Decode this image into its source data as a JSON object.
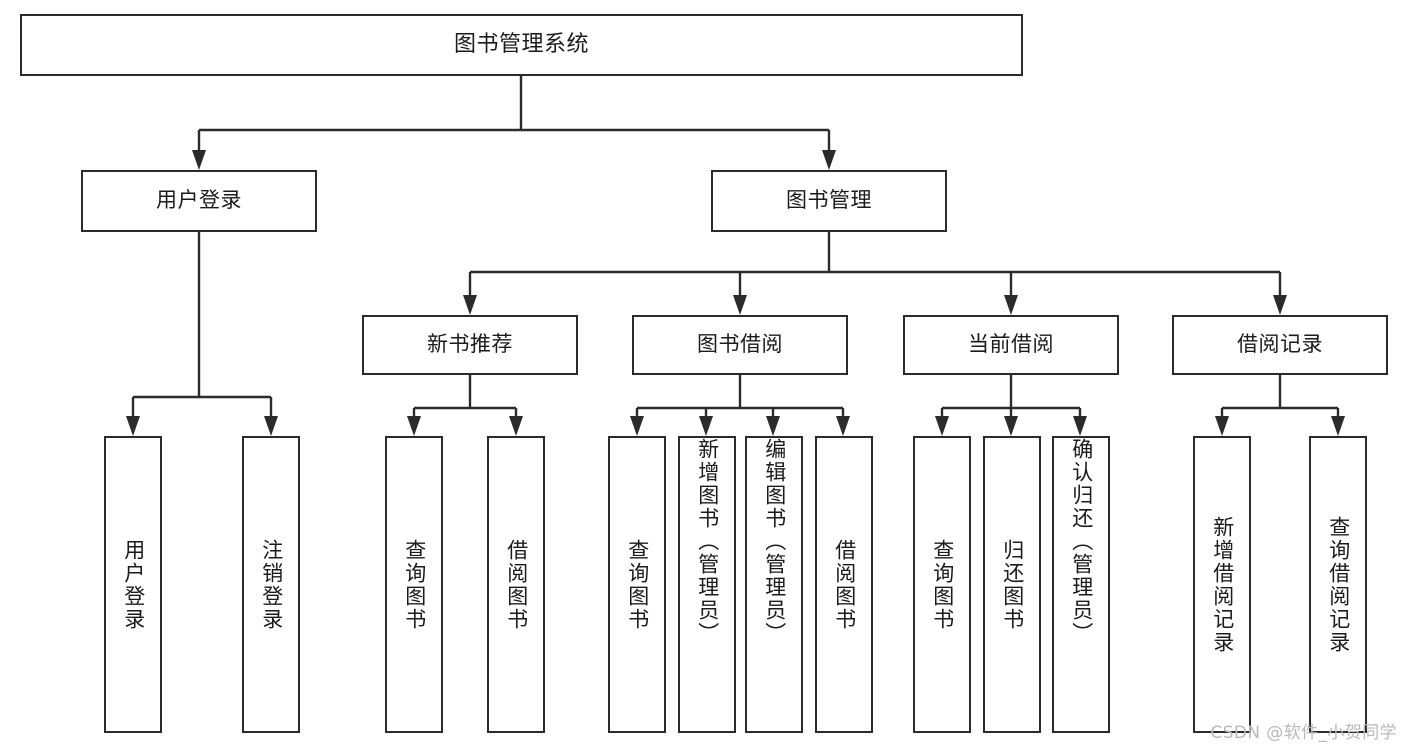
{
  "diagram": {
    "title": "图书管理系统",
    "watermark": "CSDN @软件_小贺同学",
    "accent_color": "#2b2b2b",
    "background_color": "#ffffff",
    "watermark_color": "#b9b9b9",
    "type": "tree"
  },
  "nodes": {
    "root": {
      "label": "图书管理系统",
      "level": 1
    },
    "l2": [
      {
        "id": "user-login",
        "label": "用户登录",
        "level": 2
      },
      {
        "id": "book-manage",
        "label": "图书管理",
        "level": 2
      }
    ],
    "l3": [
      {
        "id": "new-book-rec",
        "label": "新书推荐",
        "level": 3
      },
      {
        "id": "book-borrow",
        "label": "图书借阅",
        "level": 3
      },
      {
        "id": "current-borrow",
        "label": "当前借阅",
        "level": 3
      },
      {
        "id": "borrow-record",
        "label": "借阅记录",
        "level": 3
      }
    ],
    "leaves": [
      {
        "id": "leaf-user-login",
        "label": "用户登录",
        "parent": "user-login"
      },
      {
        "id": "leaf-user-logout",
        "label": "注销登录",
        "parent": "user-login"
      },
      {
        "id": "leaf-query-book-1",
        "label": "查询图书",
        "parent": "new-book-rec"
      },
      {
        "id": "leaf-borrow-book-1",
        "label": "借阅图书",
        "parent": "new-book-rec"
      },
      {
        "id": "leaf-query-book-2",
        "label": "查询图书",
        "parent": "book-borrow"
      },
      {
        "id": "leaf-add-book",
        "label": "新增图书（管理员）",
        "parent": "book-borrow"
      },
      {
        "id": "leaf-edit-book",
        "label": "编辑图书（管理员）",
        "parent": "book-borrow"
      },
      {
        "id": "leaf-borrow-book-2",
        "label": "借阅图书",
        "parent": "book-borrow"
      },
      {
        "id": "leaf-query-book-3",
        "label": "查询图书",
        "parent": "current-borrow"
      },
      {
        "id": "leaf-return-book",
        "label": "归还图书",
        "parent": "current-borrow"
      },
      {
        "id": "leaf-confirm-return",
        "label": "确认归还（管理员）",
        "parent": "current-borrow"
      },
      {
        "id": "leaf-add-record",
        "label": "新增借阅记录",
        "parent": "borrow-record"
      },
      {
        "id": "leaf-query-record",
        "label": "查询借阅记录",
        "parent": "borrow-record"
      }
    ]
  }
}
